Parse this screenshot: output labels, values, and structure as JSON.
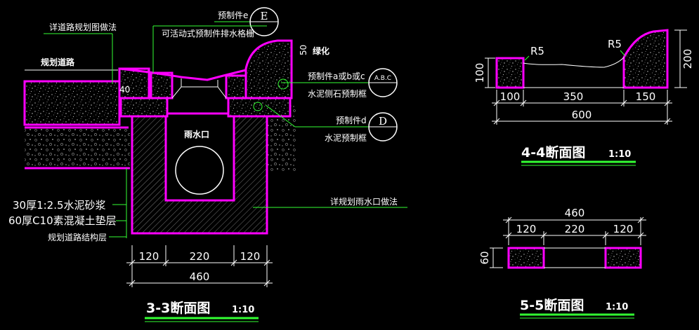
{
  "section_33": {
    "title": "3-3断面图",
    "scale": "1:10",
    "labels": {
      "detail_road": "详道路规划图做法",
      "planned_road": "规划道路",
      "prefab_e": "预制件e",
      "grate": "可活动式预制件排水格栅",
      "green": "绿化",
      "prefab_abc": "预制件a或b或c",
      "curb_frame": "水泥侧石预制框",
      "prefab_d": "预制件d",
      "cement_frame": "水泥预制框",
      "inlet": "雨水口",
      "detail_inlet": "详规划雨水口做法",
      "mortar": "30厚1:2.5水泥砂浆",
      "concrete": "60厚C10素混凝土垫层",
      "road_struct": "规划道路结构层"
    },
    "callouts": {
      "e": "E",
      "abc": "A.B.C",
      "d": "D"
    },
    "dims": {
      "d40": "40",
      "d50": "50",
      "parts": [
        "120",
        "220",
        "120"
      ],
      "total": "460"
    }
  },
  "section_44": {
    "title": "4-4断面图",
    "scale": "1:10",
    "dims": {
      "height_left": "100",
      "height_right": "200",
      "parts": [
        "100",
        "350",
        "150"
      ],
      "total": "600",
      "radius_left": "R5",
      "radius_right": "R5"
    }
  },
  "section_55": {
    "title": "5-5断面图",
    "scale": "1:10",
    "dims": {
      "height": "60",
      "parts": [
        "120",
        "220",
        "120"
      ],
      "total": "460"
    }
  },
  "colors": {
    "background": "#000000",
    "outline": "#ff00ff",
    "leader": "#33ff33",
    "text": "#ffffff",
    "dimension": "#ffffff",
    "title_underline": "#33ff33"
  }
}
